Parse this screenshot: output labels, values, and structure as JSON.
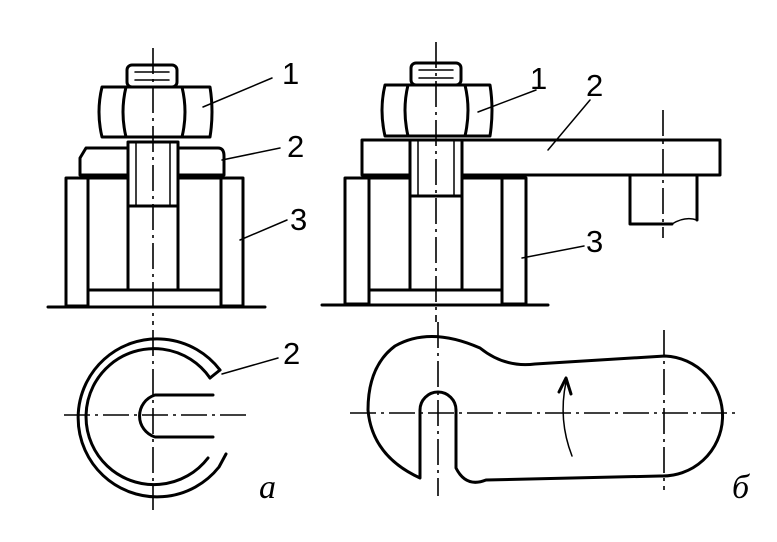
{
  "figure": {
    "view_a": {
      "letter": "а",
      "callouts": {
        "nut": "1",
        "washer": "2",
        "support": "3",
        "washer_plan": "2"
      }
    },
    "view_b": {
      "letter": "б",
      "callouts": {
        "nut": "1",
        "clamp_bar": "2",
        "support": "3"
      }
    }
  }
}
